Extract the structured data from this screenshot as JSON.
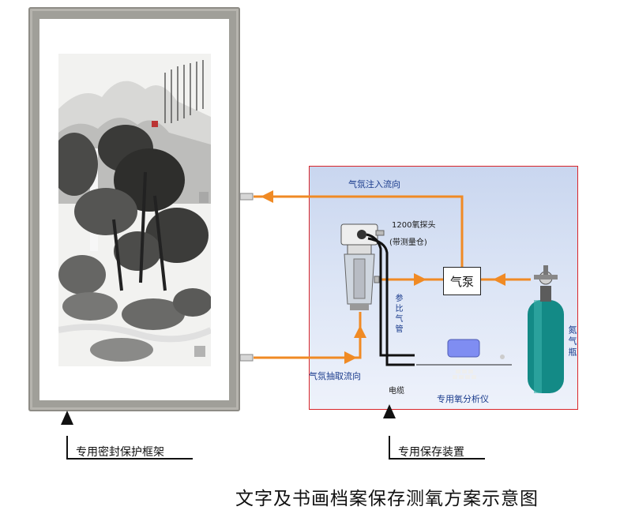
{
  "labels": {
    "inject_flow": "气氛注入流向",
    "extract_flow": "气氛抽取流向",
    "probe_line1": "1200氧探头",
    "probe_line2": "(带测量仓)",
    "reference_tube": "参比气管",
    "cable": "电缆",
    "pump": "气泵",
    "nitrogen_bottle": "氮气瓶",
    "analyzer": "专用氧分析仪"
  },
  "callouts": {
    "frame": "专用密封保护框架",
    "device": "专用保存装置"
  },
  "caption": "文字及书画档案保存测氧方案示意图",
  "colors": {
    "frame_border": "#a09f99",
    "box_border": "#d9252a",
    "flow_arrow": "#f08a24",
    "gas_bottle": "#138a86",
    "analyzer_screen": "#7f8df2"
  }
}
